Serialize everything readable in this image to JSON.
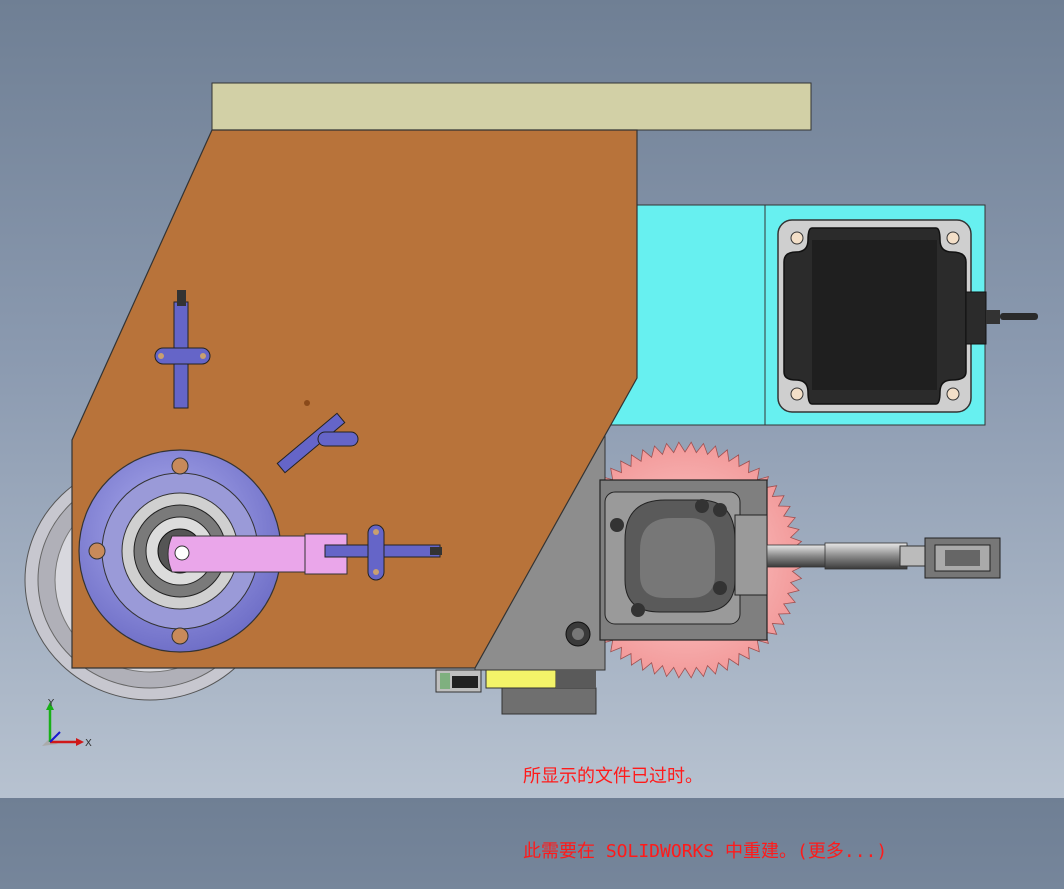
{
  "app": {
    "name": "SOLIDWORKS"
  },
  "viewport": {
    "background_top": "#6f7f94",
    "background_bottom": "#b7c2d0"
  },
  "warning": {
    "line1": "所显示的文件已过时。",
    "line2": "此需要在 SOLIDWORKS 中重建。(更多...)",
    "color": "#ff1a1a"
  },
  "triad": {
    "x_label": "X",
    "y_label": "Y",
    "x_color": "#d01818",
    "y_color": "#18b018",
    "z_color": "#1818d0"
  },
  "colors": {
    "main_plate": "#b8733a",
    "top_bar": "#d2d0a6",
    "cyan_bracket": "#67f0f0",
    "gear": "#f5a8a8",
    "motor": "#2a2a2a",
    "flange": "#8e8ee0",
    "link_arm": "#eaa6ea",
    "small_parts": "#6565c8",
    "gray_block": "#8d8d8d"
  }
}
